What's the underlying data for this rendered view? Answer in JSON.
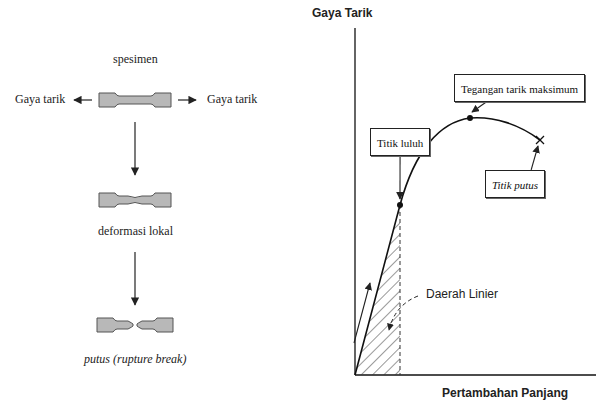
{
  "diagram": {
    "nodes": [
      {
        "text": [
          "Titik luluh"
        ]
      },
      {
        "text": [
          "Tegangan tarik maksimum"
        ]
      },
      {
        "text": [
          "Titik putus"
        ]
      }
    ],
    "labels": [
      "spesimen",
      "Gaya tarik",
      "Gaya tarik",
      "deformasi lokal",
      "putus (rupture break)",
      "Gaya Tarik",
      "Pertambahan Panjang",
      "Daerah Linier"
    ]
  }
}
